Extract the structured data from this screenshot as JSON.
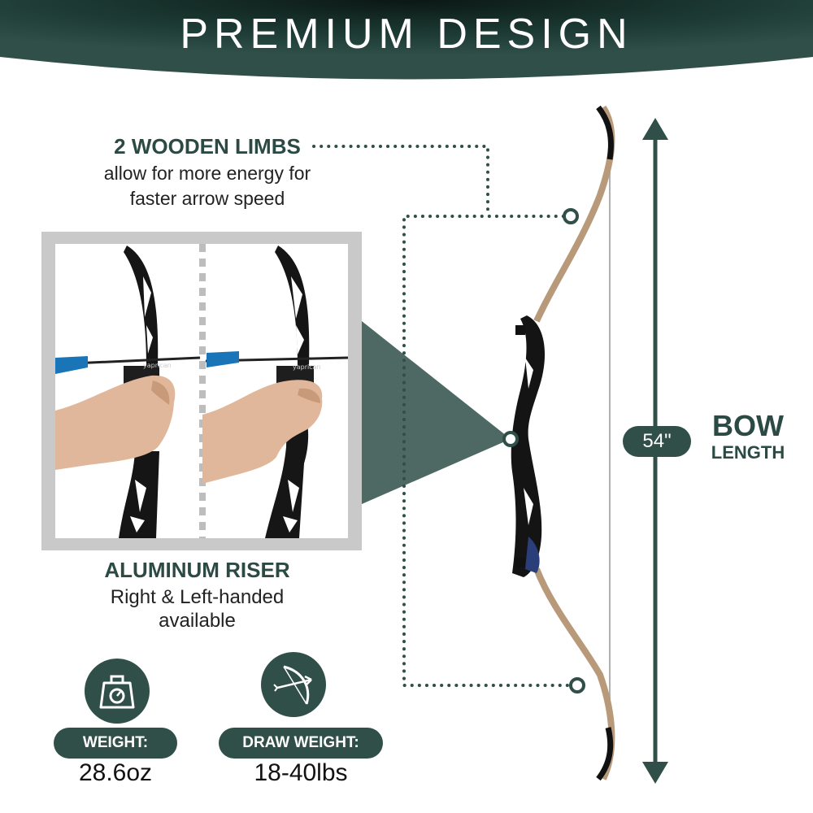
{
  "header": {
    "title": "PREMIUM DESIGN"
  },
  "limbs": {
    "title": "2 WOODEN LIMBS",
    "description_line1": "allow for more energy for",
    "description_line2": "faster arrow speed"
  },
  "riser": {
    "title": "ALUMINUM RISER",
    "description_line1": "Right & Left-handed",
    "description_line2": "available",
    "logo_text": "yaprican"
  },
  "specs": {
    "weight": {
      "label": "WEIGHT:",
      "value": "28.6oz",
      "icon": "scale-icon"
    },
    "draw_weight": {
      "label": "DRAW WEIGHT:",
      "value": "18-40lbs",
      "icon": "bow-arrow-icon"
    }
  },
  "bow_length": {
    "value": "54\"",
    "label_line1": "BOW",
    "label_line2": "LENGTH"
  },
  "colors": {
    "accent": "#2f4f48",
    "banner_dark": "#0f1f1b",
    "arrow_fletching": "#1a74b8",
    "limb_wood": "#b89a7a"
  }
}
